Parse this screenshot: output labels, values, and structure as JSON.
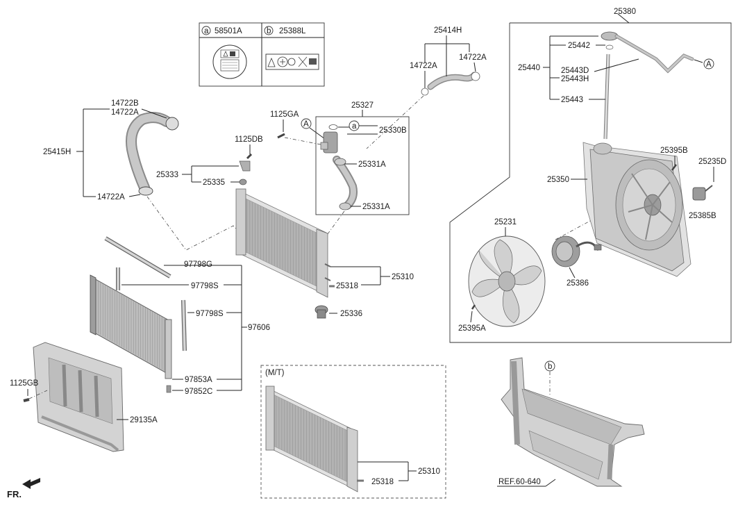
{
  "legend": {
    "a": {
      "letter": "a",
      "part": "58501A"
    },
    "b": {
      "letter": "b",
      "part": "25388L"
    }
  },
  "labels": {
    "p25380": "25380",
    "p25414H": "25414H",
    "p14722A_top_right": "14722A",
    "p14722A_top_left": "14722A",
    "p25442": "25442",
    "p25440": "25440",
    "p25443D": "25443D",
    "p25443H": "25443H",
    "p25443": "25443",
    "ref_A_top_right": "A",
    "p14722B": "14722B",
    "p14722A_hose_top": "14722A",
    "p25415H": "25415H",
    "p14722A_hose_bottom": "14722A",
    "p1125GA": "1125GA",
    "p25327": "25327",
    "ref_A_center": "A",
    "ref_a_center": "a",
    "p25330B": "25330B",
    "p1125DB": "1125DB",
    "p25331A_top": "25331A",
    "p25333": "25333",
    "p25335": "25335",
    "p25331A_bottom": "25331A",
    "p25395B": "25395B",
    "p25235D": "25235D",
    "p25350": "25350",
    "p25385B": "25385B",
    "p25231": "25231",
    "p25386": "25386",
    "p25395A": "25395A",
    "p97798G": "97798G",
    "p97798S_top": "97798S",
    "p97798S_mid": "97798S",
    "p97606": "97606",
    "p97853A": "97853A",
    "p97852C": "97852C",
    "p25310": "25310",
    "p25318": "25318",
    "p25336": "25336",
    "p1125GB": "1125GB",
    "p29135A": "29135A",
    "mt": "(M/T)",
    "p25310_mt": "25310",
    "p25318_mt": "25318",
    "ref_b": "b",
    "ref_text": "REF.60-640",
    "fr": "FR."
  }
}
